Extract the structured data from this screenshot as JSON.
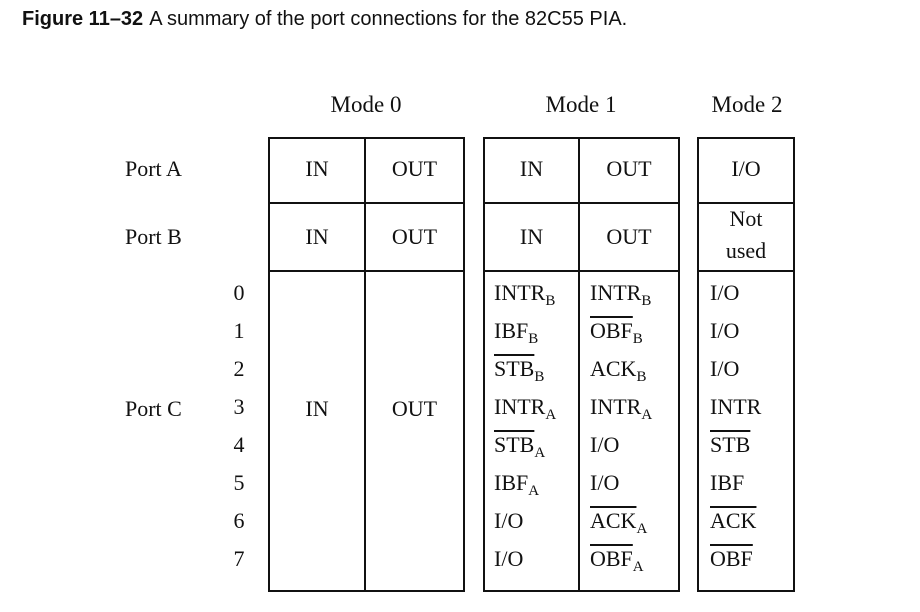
{
  "caption": {
    "figure_number": "Figure 11–32",
    "text": "A summary of the port connections for the 82C55 PIA."
  },
  "modes": {
    "mode0": "Mode 0",
    "mode1": "Mode 1",
    "mode2": "Mode 2"
  },
  "ports": {
    "a": "Port A",
    "b": "Port B",
    "c": "Port C"
  },
  "bits": [
    "0",
    "1",
    "2",
    "3",
    "4",
    "5",
    "6",
    "7"
  ],
  "mode0": {
    "in": "IN",
    "out": "OUT"
  },
  "mode1": {
    "port_a": {
      "in": "IN",
      "out": "OUT"
    },
    "port_b": {
      "in": "IN",
      "out": "OUT"
    },
    "port_c_in": [
      {
        "base": "INTR",
        "sub": "B",
        "overline": false
      },
      {
        "base": "IBF",
        "sub": "B",
        "overline": false
      },
      {
        "base": "STB",
        "sub": "B",
        "overline": true
      },
      {
        "base": "INTR",
        "sub": "A",
        "overline": false
      },
      {
        "base": "STB",
        "sub": "A",
        "overline": true
      },
      {
        "base": "IBF",
        "sub": "A",
        "overline": false
      },
      {
        "base": "I/O",
        "sub": "",
        "overline": false
      },
      {
        "base": "I/O",
        "sub": "",
        "overline": false
      }
    ],
    "port_c_out": [
      {
        "base": "INTR",
        "sub": "B",
        "overline": false
      },
      {
        "base": "OBF",
        "sub": "B",
        "overline": true
      },
      {
        "base": "ACK",
        "sub": "B",
        "overline": false
      },
      {
        "base": "INTR",
        "sub": "A",
        "overline": false
      },
      {
        "base": "I/O",
        "sub": "",
        "overline": false
      },
      {
        "base": "I/O",
        "sub": "",
        "overline": false
      },
      {
        "base": "ACK",
        "sub": "A",
        "overline": true
      },
      {
        "base": "OBF",
        "sub": "A",
        "overline": true
      }
    ]
  },
  "mode2": {
    "port_a": "I/O",
    "port_b_line1": "Not",
    "port_b_line2": "used",
    "port_c": [
      {
        "base": "I/O",
        "overline": false
      },
      {
        "base": "I/O",
        "overline": false
      },
      {
        "base": "I/O",
        "overline": false
      },
      {
        "base": "INTR",
        "overline": false
      },
      {
        "base": "STB",
        "overline": true
      },
      {
        "base": "IBF",
        "overline": false
      },
      {
        "base": "ACK",
        "overline": true
      },
      {
        "base": "OBF",
        "overline": true
      }
    ]
  }
}
